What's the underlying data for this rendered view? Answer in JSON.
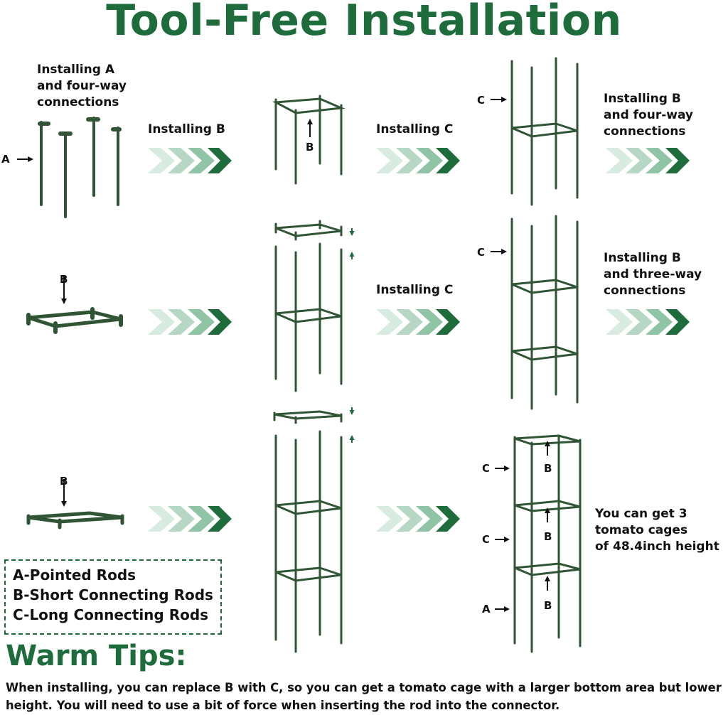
{
  "title": "Tool-Free Installation",
  "colors": {
    "brand_green": "#1e6b3c",
    "rod_green": "#2f5534",
    "chevron_light": "#d8ebe0",
    "chevron_mid": "#8fc4a4",
    "chevron_dark": "#1e6b3c"
  },
  "steps": {
    "row1_intro": [
      "Installing A",
      "and four-way",
      "connections"
    ],
    "row1_step1": "Installing B",
    "row1_step2": "Installing C",
    "row1_step3": [
      "Installing B",
      "and four-way",
      "connections"
    ],
    "row2_step1": "Installing C",
    "row2_step2": [
      "Installing B",
      "and three-way",
      "connections"
    ],
    "row3_result": [
      "You can get 3",
      "tomato cages",
      "of 48.4inch height"
    ]
  },
  "part_letters": {
    "a": "A",
    "b": "B",
    "c": "C"
  },
  "legend": {
    "a": "A-Pointed Rods",
    "b": "B-Short Connecting Rods",
    "c": "C-Long Connecting Rods"
  },
  "warm_tips": {
    "title": "Warm Tips:",
    "text": "When installing, you can replace B with C, so you can get a tomato cage with a larger bottom area but lower height. You will need to use a bit of force when inserting the rod into the connector."
  }
}
